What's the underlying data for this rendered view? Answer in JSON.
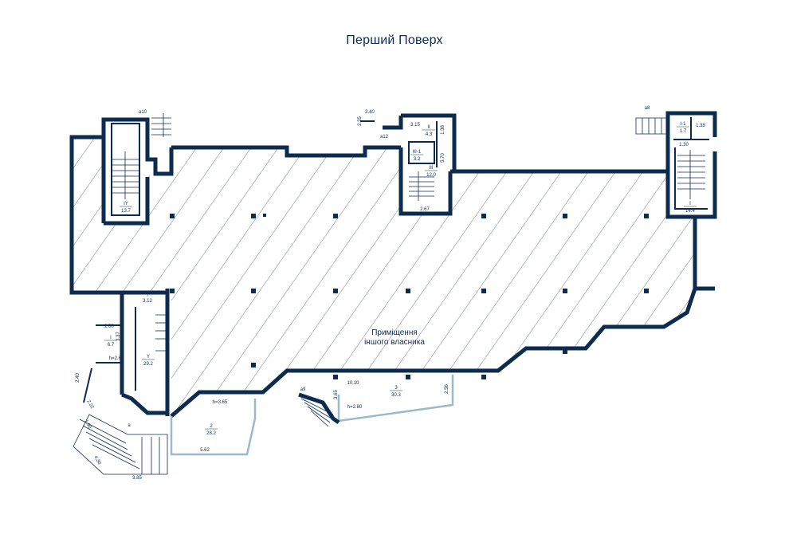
{
  "title": "Перший Поверх",
  "main_hall": {
    "line1": "Приміщення",
    "line2": "іншого власника"
  },
  "rooms": [
    {
      "num": "IY",
      "area": "13.7"
    },
    {
      "num": "II",
      "area": "4.3"
    },
    {
      "num": "III-1",
      "area": "3.2"
    },
    {
      "num": "III",
      "area": "12.0"
    },
    {
      "num": "I-1",
      "area": "1.7"
    },
    {
      "num": "I",
      "area": "14.4"
    },
    {
      "num": "I",
      "area": "6.7"
    },
    {
      "num": "Y",
      "area": "29.2"
    },
    {
      "num": "2",
      "area": "28.2"
    },
    {
      "num": "3",
      "area": "30.3"
    }
  ],
  "labels": {
    "a10": "а10",
    "a12": "а12",
    "a8": "а8",
    "a9": "а9",
    "a": "а",
    "d_340": "3.40",
    "d_235": "2.35",
    "d_315": "3.15",
    "d_138a": "1.38",
    "d_570": "5.70",
    "d_267": "2.67",
    "d_138b": "1.38",
    "d_130": "1.30",
    "d_312": "3.12",
    "d_200": "2.00",
    "d_337": "3.37",
    "h_260": "h=2.60",
    "d_240": "2.40",
    "d_222": "2.22",
    "d_190": "1.90",
    "d_430": "4.30",
    "d_385": "3.85",
    "h_365": "h=3.65",
    "d_562": "5.62",
    "d_365": "3.65",
    "d_1010": "10.10",
    "h_280": "h=2.80",
    "d_256": "2.56"
  },
  "colors": {
    "wall": "#0c2b4f",
    "glass": "#9bb9c9",
    "background": "#ffffff"
  }
}
